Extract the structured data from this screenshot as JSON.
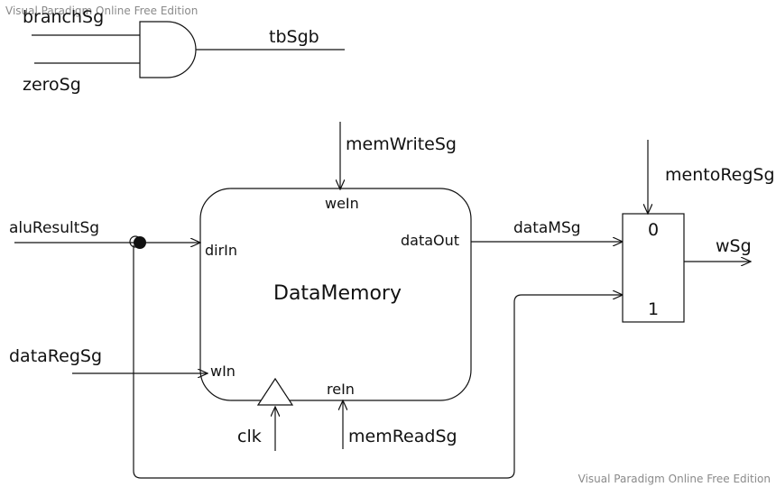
{
  "watermarks": {
    "top": "Visual Paradigm Online Free Edition",
    "bottom": "Visual Paradigm Online Free Edition"
  },
  "and_gate": {
    "inputs": [
      "branchSg",
      "zeroSg"
    ],
    "output": "tbSgb"
  },
  "data_memory": {
    "title": "DataMemory",
    "ports": {
      "write_enable": "weIn",
      "address": "dirIn",
      "data_out": "dataOut",
      "write_data": "wIn",
      "read_enable": "reIn"
    }
  },
  "signals": {
    "mem_write": "memWriteSg",
    "alu_result": "aluResultSg",
    "data_reg": "dataRegSg",
    "clock": "clk",
    "mem_read": "memReadSg",
    "data_m": "dataMSg",
    "mento_reg": "mentoRegSg",
    "w": "wSg"
  },
  "mux": {
    "input0": "0",
    "input1": "1"
  }
}
